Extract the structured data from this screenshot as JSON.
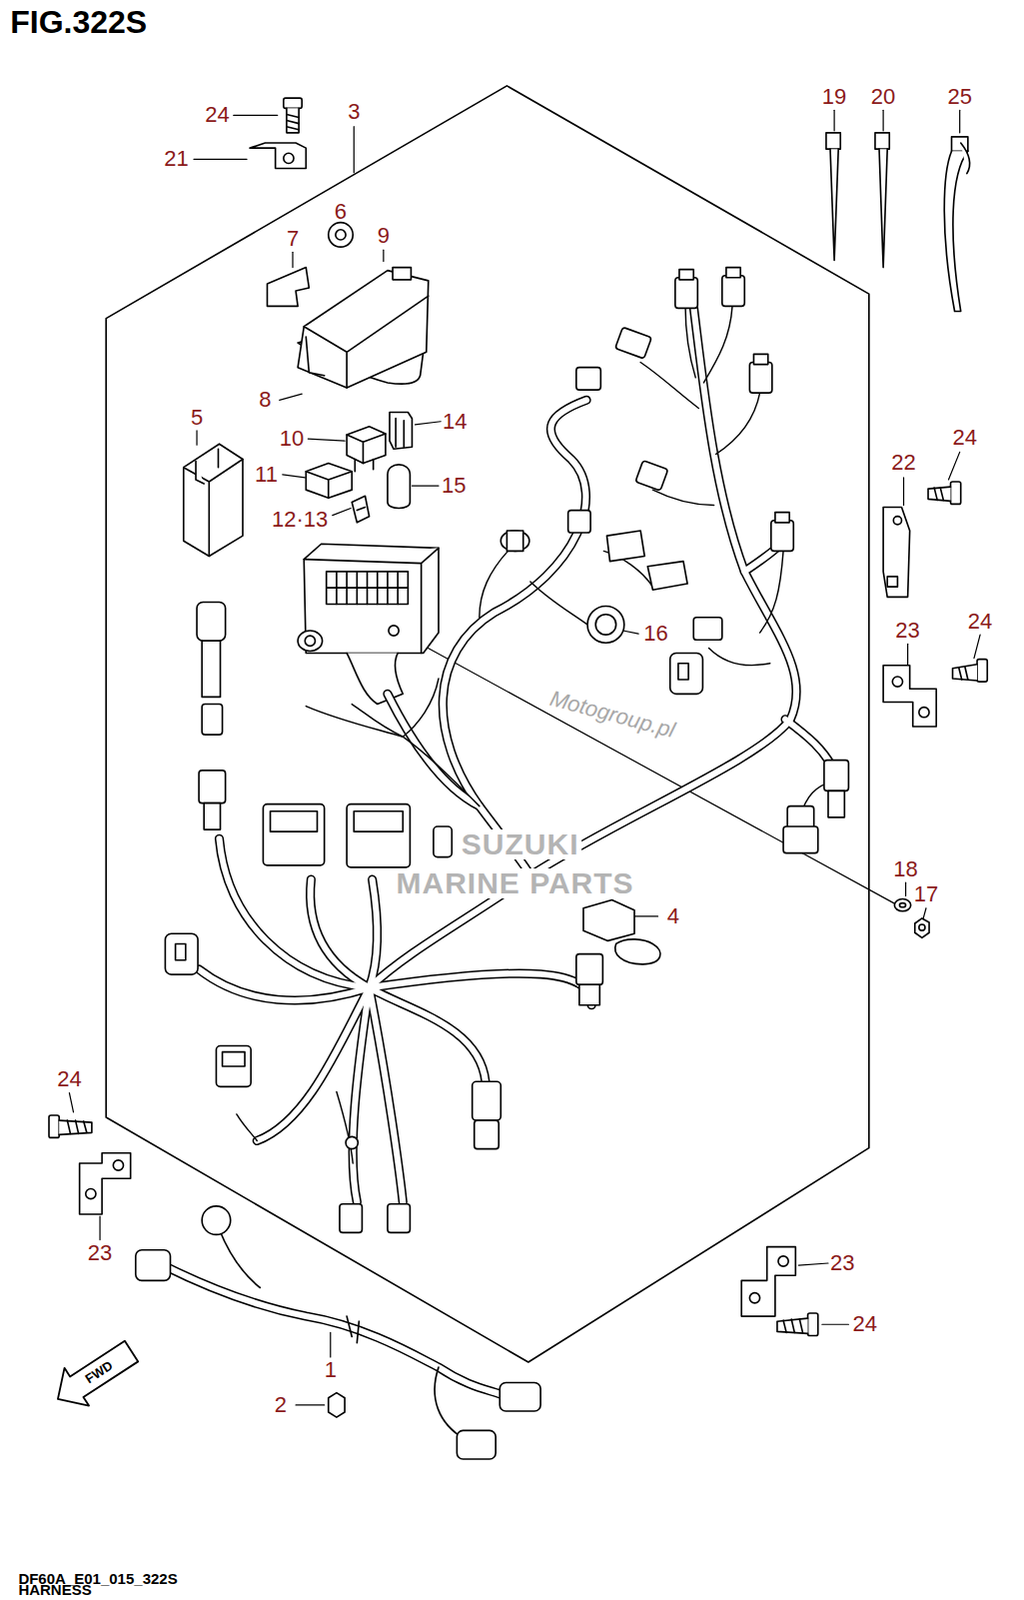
{
  "diagram": {
    "title": "FIG.322S",
    "labels": [
      "24",
      "3",
      "21",
      "6",
      "9",
      "7",
      "19",
      "20",
      "25",
      "8",
      "5",
      "10",
      "14",
      "11",
      "15",
      "12·13",
      "24",
      "22",
      "16",
      "23",
      "24",
      "18",
      "17",
      "4",
      "24",
      "23",
      "23",
      "24",
      "1",
      "2",
      "FWD",
      "Motogroup.pl",
      "SUZUKI",
      "MARINE PARTS",
      "DF60A_E01_015_322S",
      "HARNESS"
    ]
  }
}
